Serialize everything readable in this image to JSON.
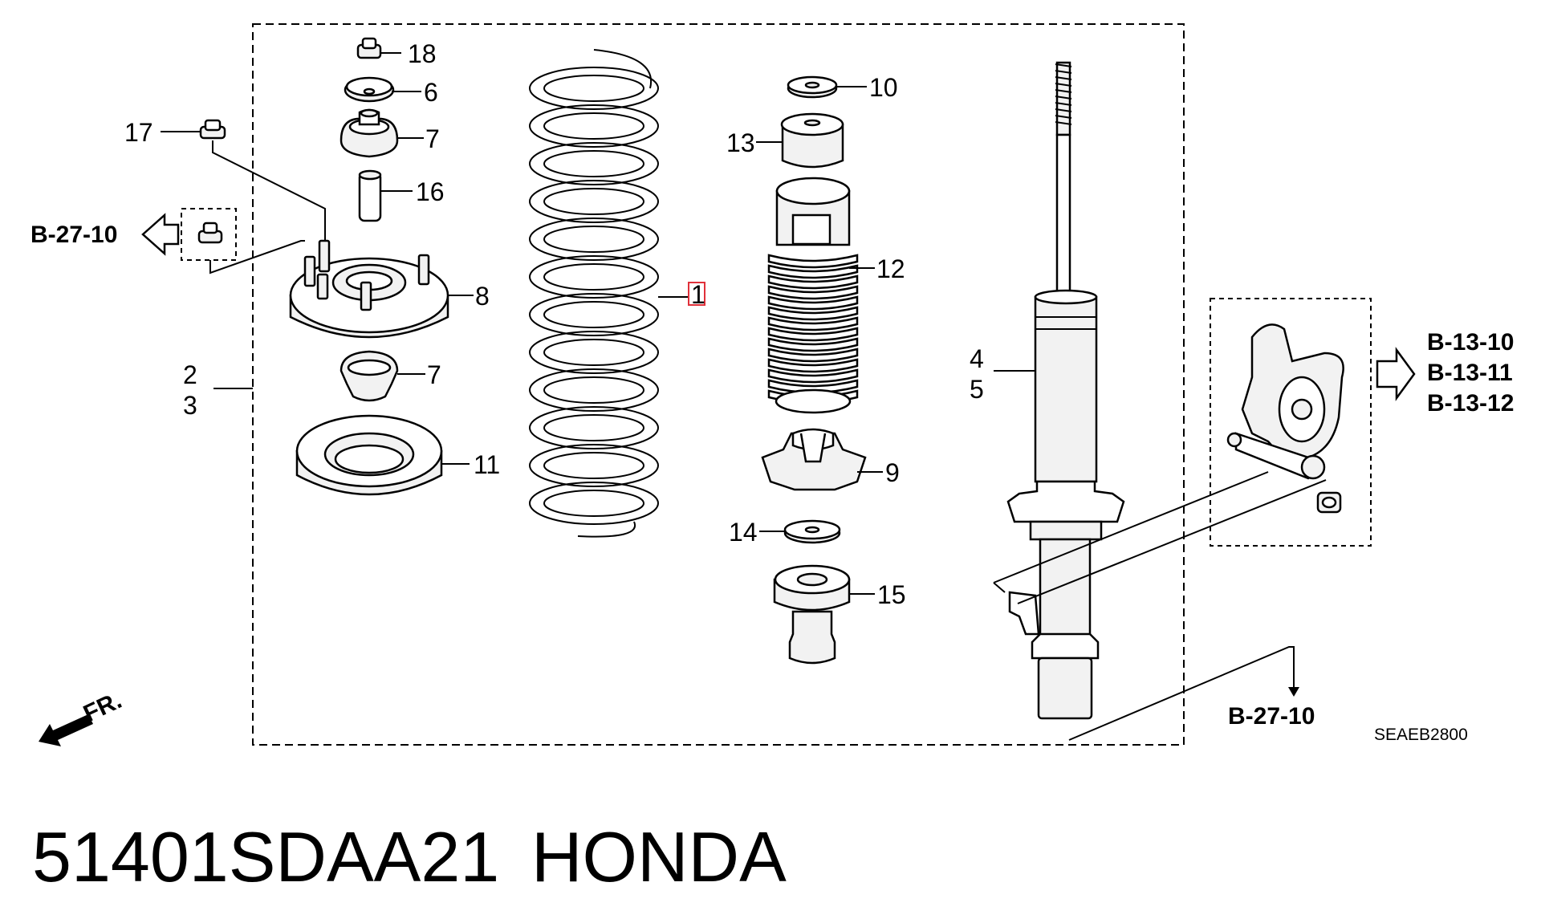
{
  "diagram": {
    "callouts": {
      "c1": "1",
      "c2": "2",
      "c3": "3",
      "c4": "4",
      "c5": "5",
      "c6": "6",
      "c7a": "7",
      "c7b": "7",
      "c8": "8",
      "c9": "9",
      "c10": "10",
      "c11": "11",
      "c12": "12",
      "c13": "13",
      "c14": "14",
      "c15": "15",
      "c16": "16",
      "c17": "17",
      "c18": "18"
    },
    "references": {
      "left": "B-27-10",
      "right_1": "B-13-10",
      "right_2": "B-13-11",
      "right_3": "B-13-12",
      "bottom": "B-27-10"
    },
    "direction_label": "FR.",
    "diagram_code": "SEAEB2800",
    "highlight_color": "#e0303a"
  },
  "caption": {
    "part_number": "51401SDAA21",
    "brand": "HONDA"
  }
}
